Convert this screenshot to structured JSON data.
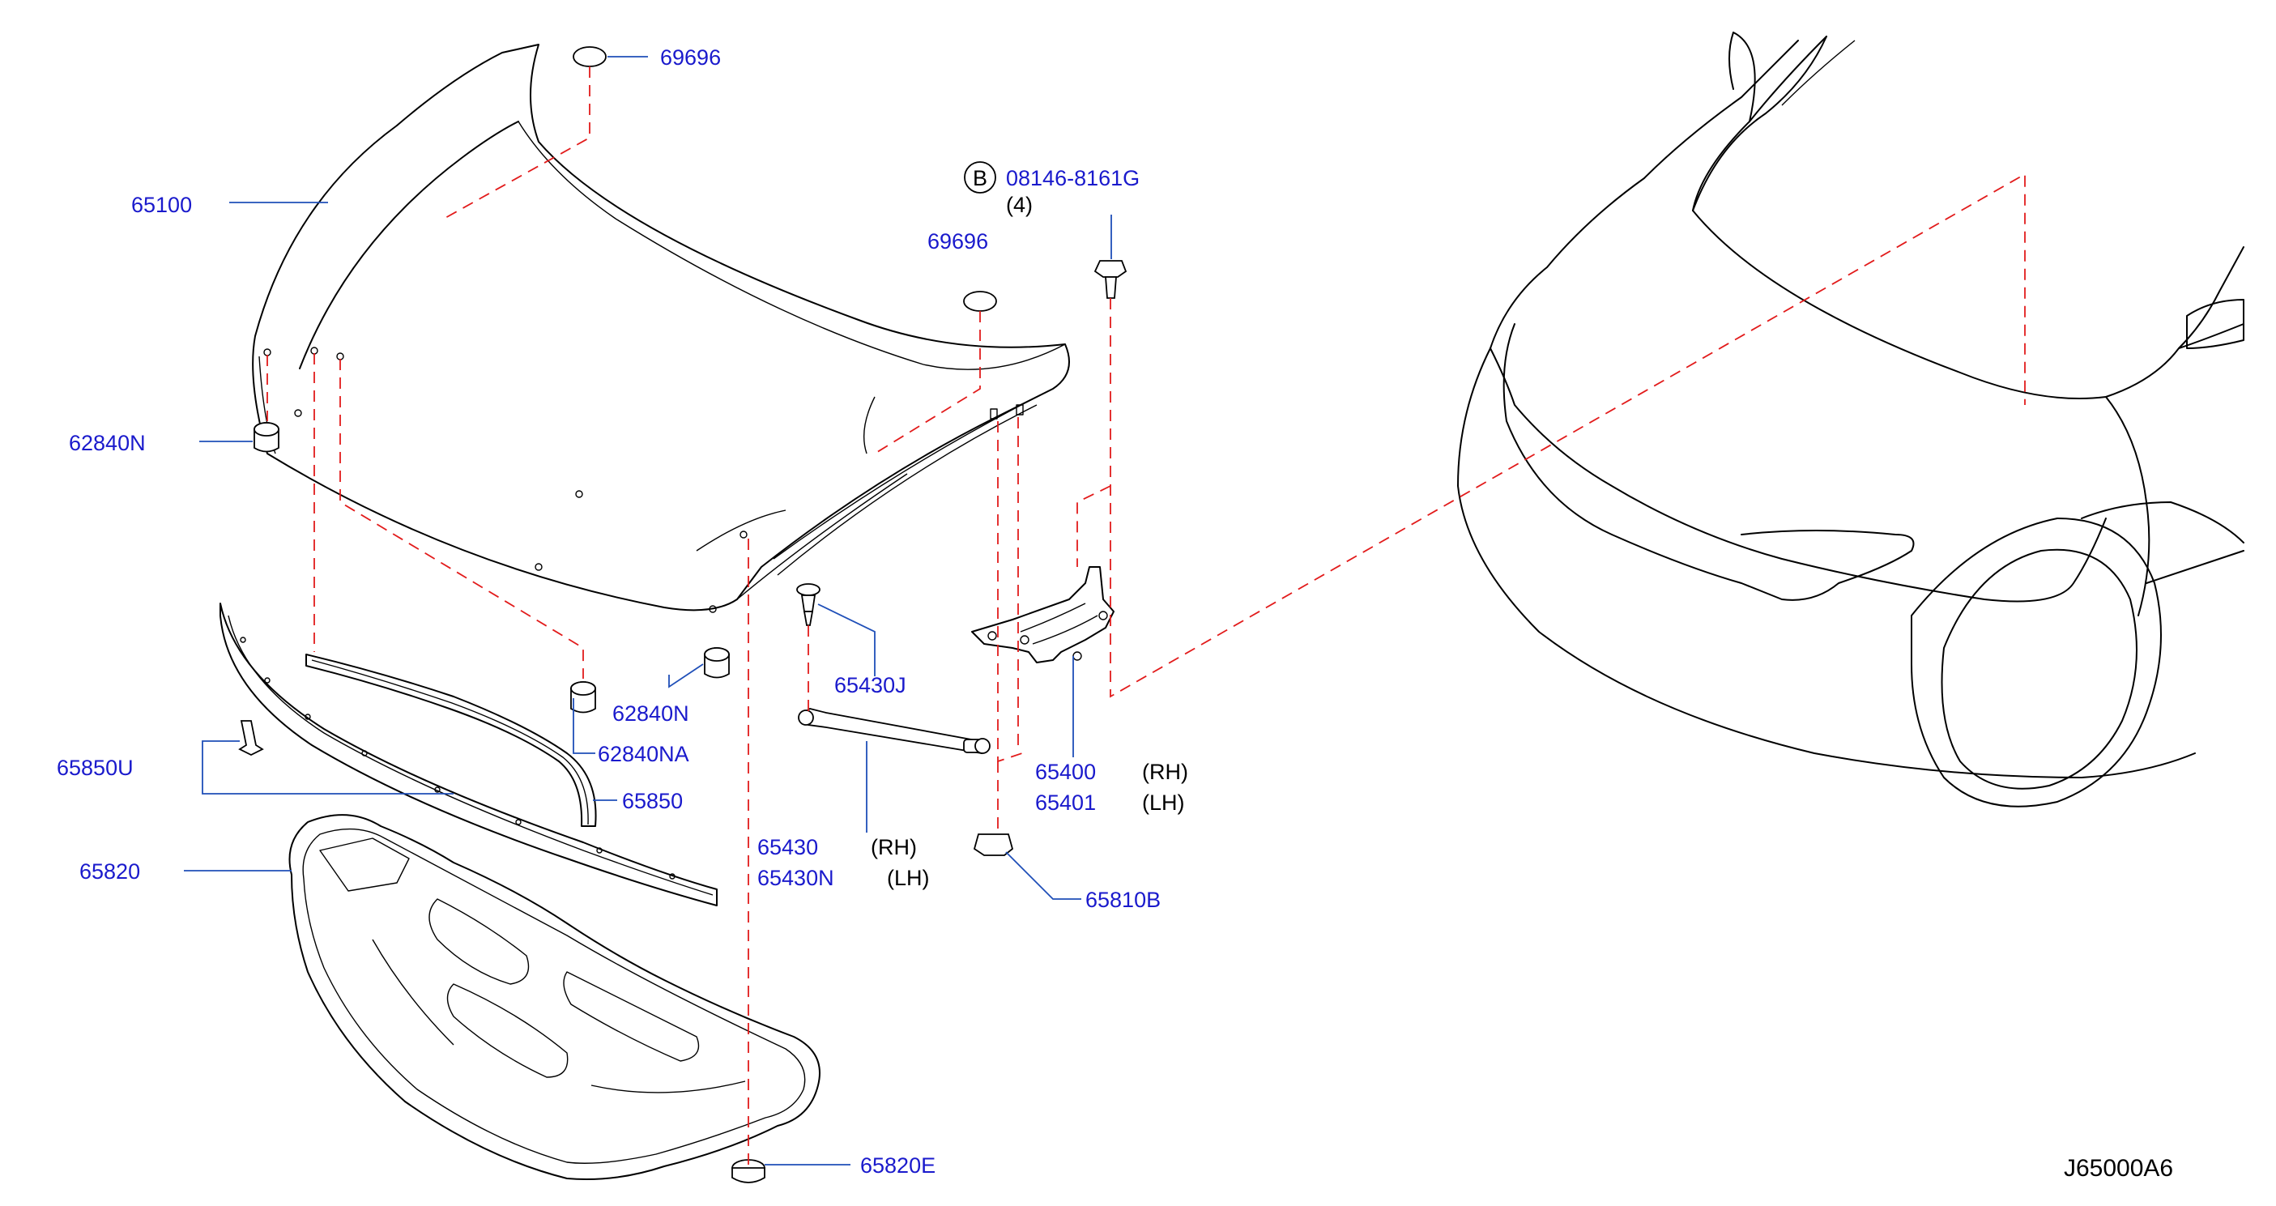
{
  "diagram": {
    "drawing_code": "J65000A6",
    "bolt_symbol": "B",
    "colors": {
      "part_number": "#1a1acc",
      "leader": "#1f4fb8",
      "dashed_guide": "#e21b1b",
      "outline": "#000000"
    },
    "callouts": [
      {
        "id": "69696_top",
        "number": "69696",
        "suffix": ""
      },
      {
        "id": "65100",
        "number": "65100",
        "suffix": ""
      },
      {
        "id": "08146_8161g",
        "number": "08146-8161G",
        "suffix": "(4)"
      },
      {
        "id": "69696_mid",
        "number": "69696",
        "suffix": ""
      },
      {
        "id": "62840n_left",
        "number": "62840N",
        "suffix": ""
      },
      {
        "id": "65430j",
        "number": "65430J",
        "suffix": ""
      },
      {
        "id": "62840n_mid",
        "number": "62840N",
        "suffix": ""
      },
      {
        "id": "62840na",
        "number": "62840NA",
        "suffix": ""
      },
      {
        "id": "65850u",
        "number": "65850U",
        "suffix": ""
      },
      {
        "id": "65850",
        "number": "65850",
        "suffix": ""
      },
      {
        "id": "65400",
        "number": "65400",
        "suffix": "(RH)"
      },
      {
        "id": "65401",
        "number": "65401",
        "suffix": "(LH)"
      },
      {
        "id": "65820",
        "number": "65820",
        "suffix": ""
      },
      {
        "id": "65430",
        "number": "65430",
        "suffix": "(RH)"
      },
      {
        "id": "65430n",
        "number": "65430N",
        "suffix": "(LH)"
      },
      {
        "id": "65810b",
        "number": "65810B",
        "suffix": ""
      },
      {
        "id": "65820e",
        "number": "65820E",
        "suffix": ""
      }
    ]
  }
}
